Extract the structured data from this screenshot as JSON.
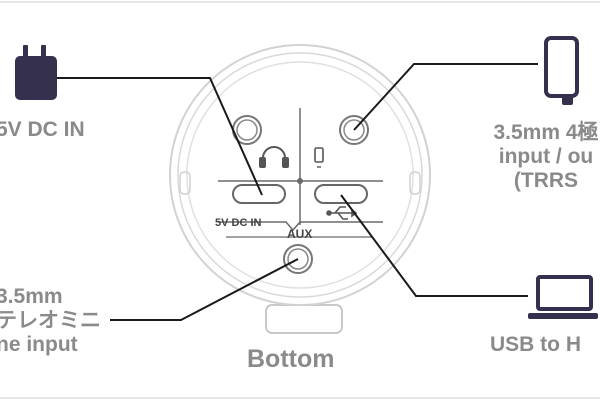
{
  "labels": {
    "dc_in": "5V DC IN",
    "trrs_line1": "3.5mm 4極",
    "trrs_line2": "input / ou",
    "trrs_line3": "(TRRS",
    "aux_line1": "3.5mm",
    "aux_line2": "テレオミニ",
    "aux_line3": "ne input",
    "usb": "USB to H",
    "bottom": "Bottom",
    "panel_dc_in": "5V DC IN",
    "panel_aux": "AUX"
  },
  "colors": {
    "icon": "#34304d",
    "label": "#8a8a8a",
    "line": "#1a1a1a",
    "device_outline": "#d0d0d0",
    "panel_outline": "#6a6a6a"
  },
  "icons": [
    "power-adapter-icon",
    "smartphone-icon",
    "laptop-icon",
    "headphones-icon",
    "phone-small-icon",
    "usb-symbol-icon"
  ]
}
